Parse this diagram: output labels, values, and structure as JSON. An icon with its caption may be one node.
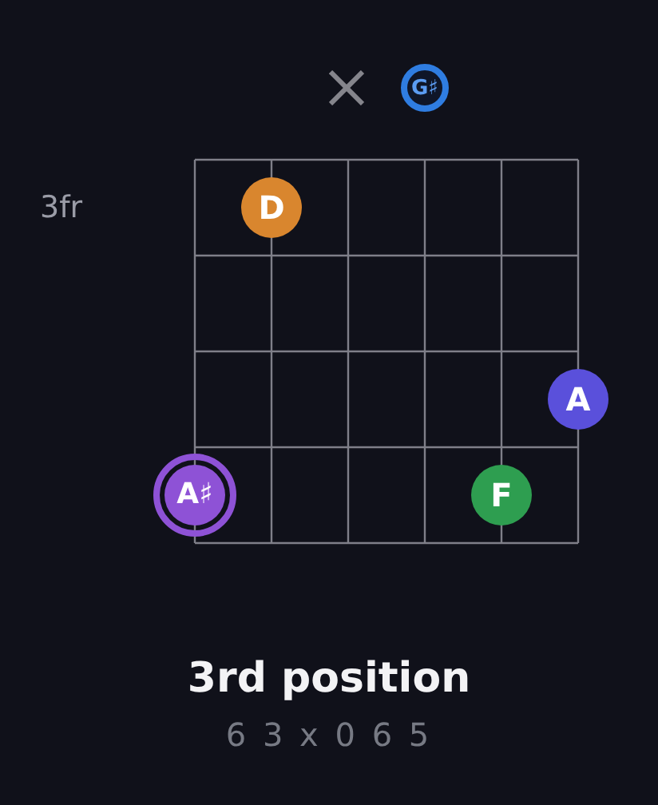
{
  "diagram": {
    "title": "3rd position",
    "nodes": [
      {
        "text": [
          "G♯"
        ]
      },
      {
        "text": [
          "D"
        ]
      },
      {
        "text": [
          "A"
        ]
      },
      {
        "text": [
          "A♯"
        ]
      },
      {
        "text": [
          "F"
        ]
      }
    ],
    "labels": [
      "3fr",
      "6 3 x 0 6 5"
    ]
  }
}
